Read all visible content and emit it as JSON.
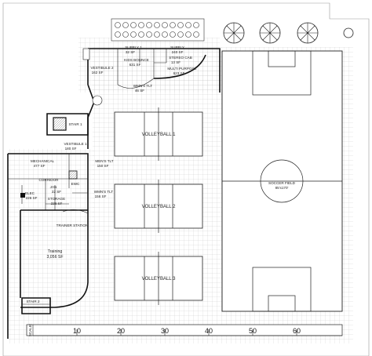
{
  "rooms": {
    "supply1": {
      "name": "SUPPLY 1",
      "area": "32 SF"
    },
    "supply": {
      "name": "SUPPLY",
      "area": "240 SF"
    },
    "kids_bounce": {
      "name": "KIDS BOUNCE",
      "area": "631 SF"
    },
    "stereo_cab": {
      "name": "STEREO CAB",
      "area": "13 SF"
    },
    "multi_purpose": {
      "name": "MULTI PURPOSE",
      "area": "623 SF"
    },
    "vestibule2": {
      "name": "VESTIBULE 2",
      "area": "162 SF"
    },
    "womens_tlt": {
      "name": "WMN'S TLT",
      "area": "46 SF"
    },
    "stair1": {
      "name": "STAIR 1"
    },
    "vestibule1": {
      "name": "VESTIBULE 1",
      "area": "180 SF"
    },
    "mechanical": {
      "name": "MECHANICAL",
      "area": "477 SF"
    },
    "mens_tlt": {
      "name": "MEN'S TLT",
      "area": "150 SF"
    },
    "corridor": {
      "name": "CORRIDOR"
    },
    "jan": {
      "name": "JAN",
      "area": "22 SF"
    },
    "ewc": {
      "name": "EWC"
    },
    "elec": {
      "name": "ELEC",
      "area": "226 SF"
    },
    "storage": {
      "name": "STORAGE",
      "area": "226 SF"
    },
    "wmns_tlt2": {
      "name": "WMN'S TLT",
      "area": "156 SF"
    },
    "trainer_station": {
      "name": "TRAINER STATION"
    },
    "training": {
      "name": "Training",
      "area": "3,056 SF"
    },
    "stair2": {
      "name": "STAIR 2"
    }
  },
  "courts": [
    {
      "name": "VOLLEYBALL 1"
    },
    {
      "name": "VOLLEYBALL 2"
    },
    {
      "name": "VOLLEYBALL 3"
    }
  ],
  "field": {
    "name": "SOCCER FIELD",
    "size": "85'x170'"
  },
  "scale": {
    "start_label": "SCALE:",
    "ticks": [
      "10",
      "20",
      "30",
      "40",
      "50",
      "60"
    ]
  }
}
